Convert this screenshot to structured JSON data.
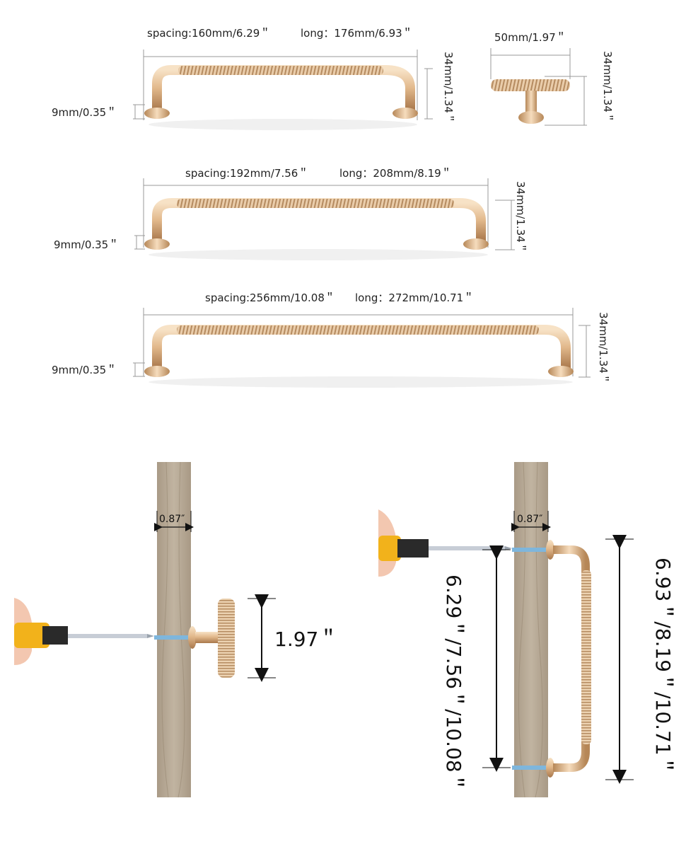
{
  "handles": [
    {
      "spacing": "spacing:160mm/6.29＂",
      "long": "long：176mm/6.93＂",
      "height": "34mm/1.34＂",
      "base": "9mm/0.35＂"
    },
    {
      "spacing": "spacing:192mm/7.56＂",
      "long": "long：208mm/8.19＂",
      "height": "34mm/1.34＂",
      "base": "9mm/0.35＂"
    },
    {
      "spacing": "spacing:256mm/10.08＂",
      "long": "long：272mm/10.71＂",
      "height": "34mm/1.34＂",
      "base": "9mm/0.35＂"
    }
  ],
  "knob": {
    "width": "50mm/1.97＂",
    "height": "34mm/1.34＂"
  },
  "install_knob": {
    "thickness": "0.87″",
    "length": "1.97＂"
  },
  "install_handle": {
    "thickness": "0.87″",
    "spacing": "6.29＂/7.56＂/10.08＂",
    "long": "6.93＂/8.19＂/10.71＂"
  },
  "colors": {
    "gold": "#e8c29a",
    "gold_dark": "#b98a5e",
    "wood": "#b5a793",
    "screwdriver_handle": "#f2b21b"
  }
}
